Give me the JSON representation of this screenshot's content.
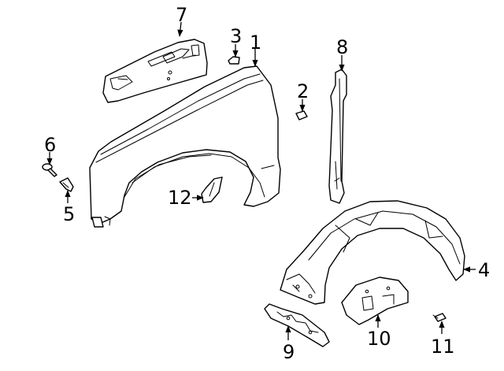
{
  "callouts": [
    {
      "id": "1",
      "part": "fender"
    },
    {
      "id": "2",
      "part": "small-clip"
    },
    {
      "id": "3",
      "part": "clip"
    },
    {
      "id": "4",
      "part": "wheelhouse-liner"
    },
    {
      "id": "5",
      "part": "bracket"
    },
    {
      "id": "6",
      "part": "push-pin-fastener"
    },
    {
      "id": "7",
      "part": "fender-reinforcement-panel"
    },
    {
      "id": "8",
      "part": "vertical-filler-strip"
    },
    {
      "id": "9",
      "part": "lower-bracket"
    },
    {
      "id": "10",
      "part": "splash-shield"
    },
    {
      "id": "11",
      "part": "screw"
    },
    {
      "id": "12",
      "part": "flare-molding"
    }
  ],
  "colors": {
    "line": "#000000",
    "background": "#ffffff"
  }
}
